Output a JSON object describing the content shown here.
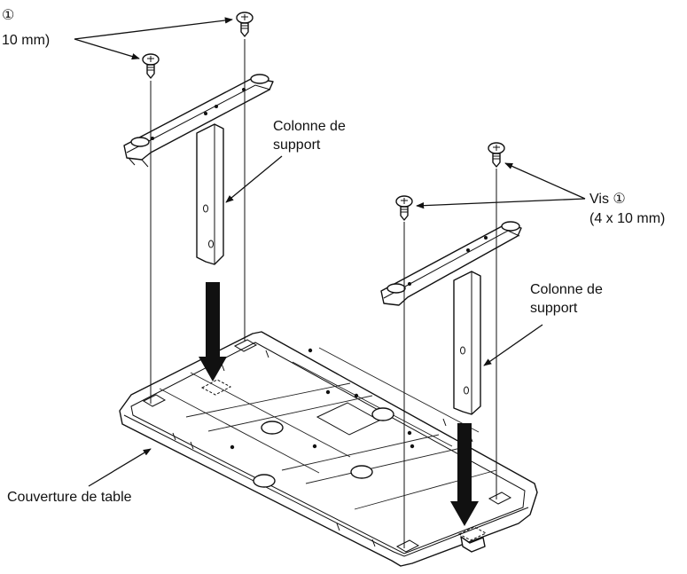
{
  "labels": {
    "screw_top_left_circle": "①",
    "screw_top_left_size": "10 mm)",
    "column_left_line1": "Colonne de",
    "column_left_line2": "support",
    "screw_right_line1": "Vis ①",
    "screw_right_line2": "(4 x 10 mm)",
    "column_right_line1": "Colonne de",
    "column_right_line2": "support",
    "table_cover": "Couverture de table"
  }
}
